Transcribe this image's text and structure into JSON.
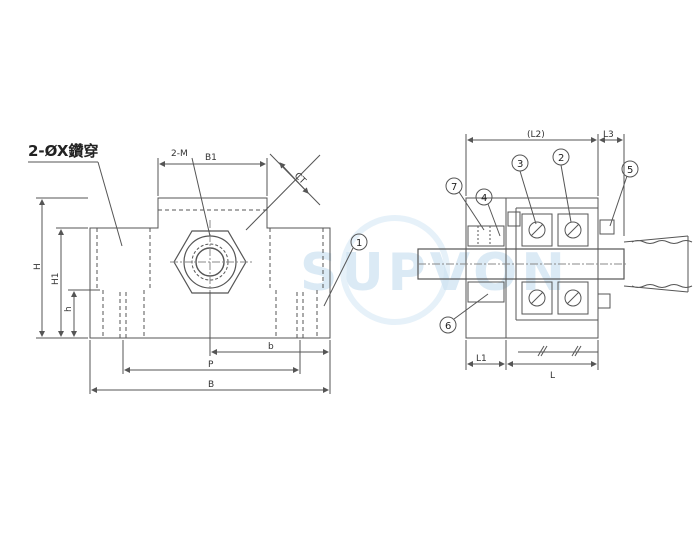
{
  "front_view": {
    "hole_label": "2-ØX鑽穿",
    "dims": {
      "m": "2-M",
      "b1": "B1",
      "ct": "CT",
      "h_total": "H",
      "h1": "H1",
      "h_small": "h",
      "p": "P",
      "b_small": "b",
      "b_total": "B"
    },
    "callout": "1"
  },
  "side_view": {
    "dims": {
      "l2": "(L2)",
      "l3": "L3",
      "l1": "L1",
      "l": "L"
    },
    "callouts": [
      "2",
      "3",
      "4",
      "5",
      "6",
      "7"
    ]
  },
  "watermark": "SUPVON",
  "colors": {
    "line": "#555555",
    "watermark": "#cfe3f2"
  }
}
